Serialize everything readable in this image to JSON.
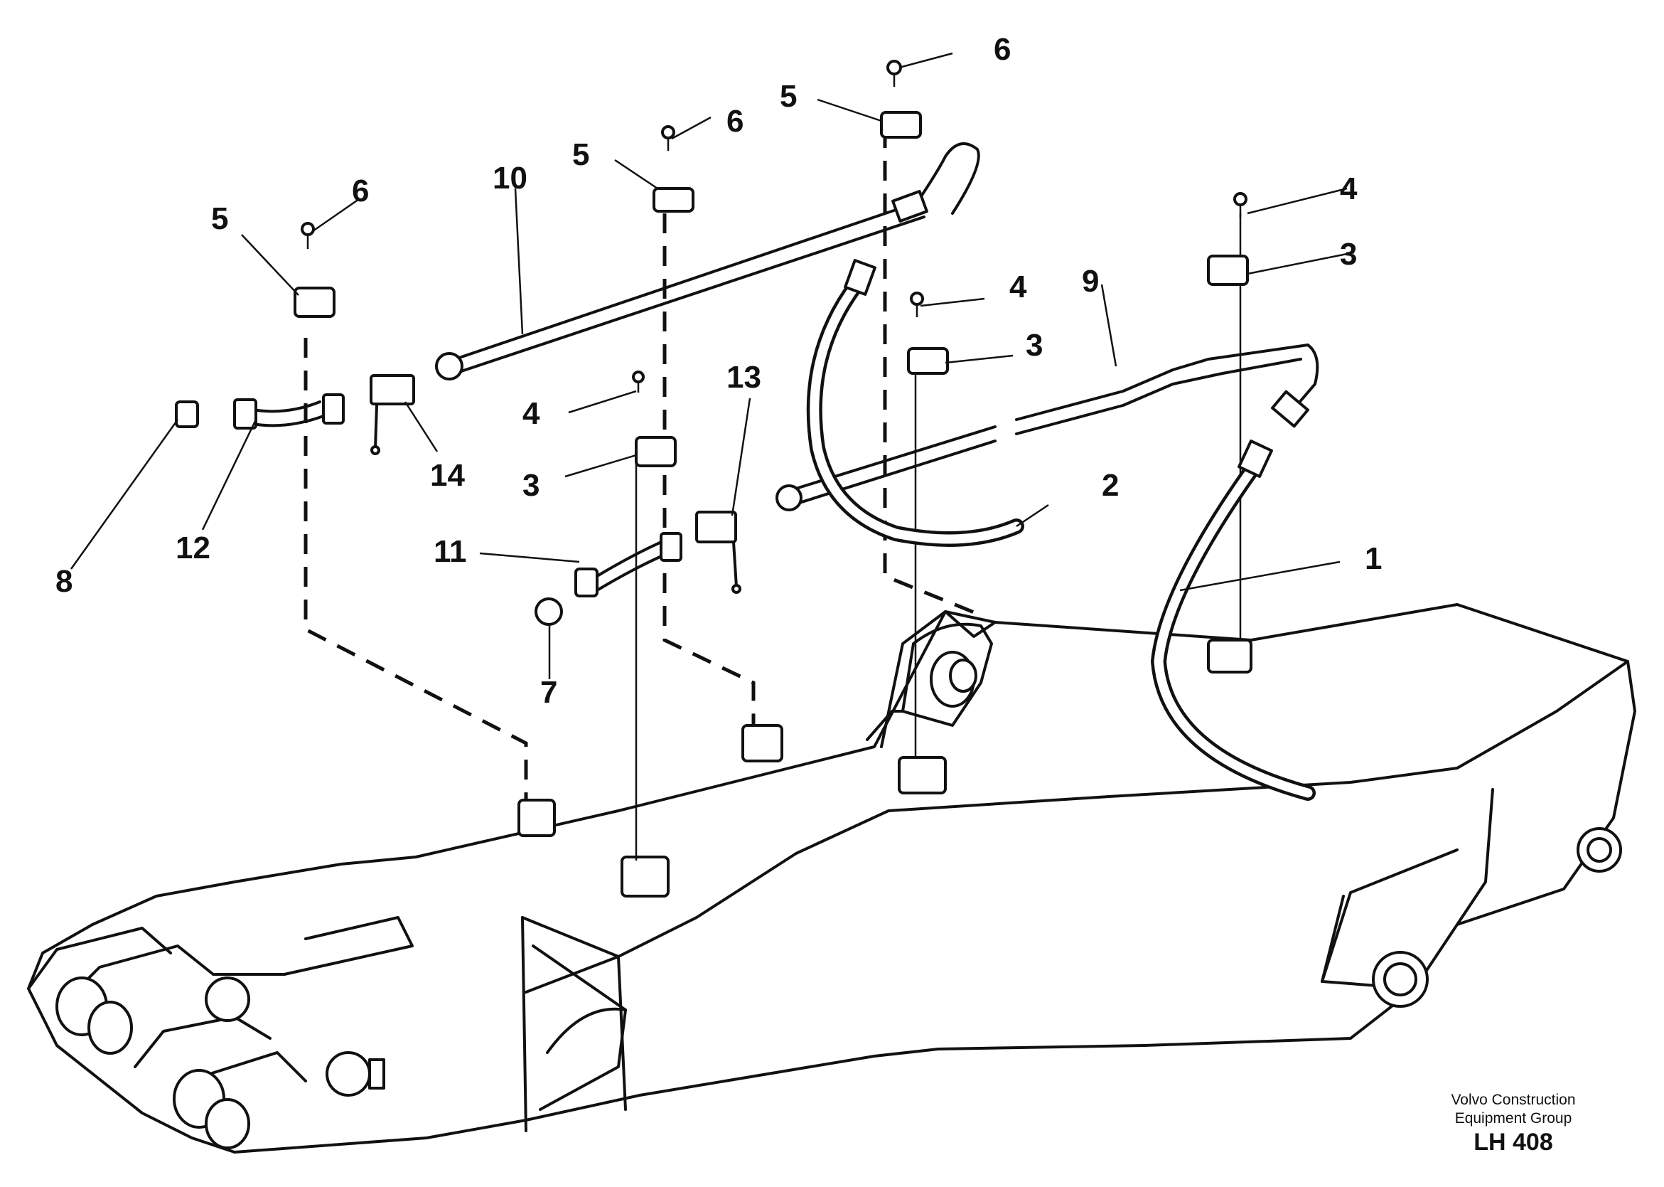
{
  "diagram": {
    "callouts": [
      "1",
      "2",
      "3",
      "3",
      "3",
      "4",
      "4",
      "4",
      "5",
      "5",
      "5",
      "6",
      "6",
      "6",
      "7",
      "8",
      "9",
      "10",
      "11",
      "12",
      "13",
      "14"
    ]
  },
  "footer": {
    "line1": "Volvo Construction",
    "line2": "Equipment Group",
    "code": "LH 408"
  }
}
